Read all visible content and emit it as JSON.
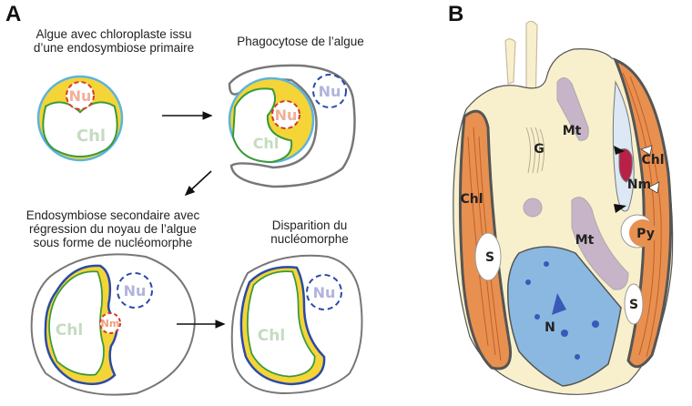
{
  "panel_a": {
    "letter": "A",
    "steps": [
      {
        "caption_1": "Algue avec chloroplaste issu",
        "caption_2": "d’une endosymbiose primaire",
        "labels": {
          "nucleus": "Nu",
          "chloroplast": "Chl"
        }
      },
      {
        "caption_1": "Phagocytose de l’algue",
        "labels": {
          "algal_nucleus": "Nu",
          "host_nucleus": "Nu",
          "chloroplast": "Chl"
        }
      },
      {
        "caption_1": "Endosymbiose secondaire avec",
        "caption_2": "régression du noyau de l’algue",
        "caption_3": "sous forme de nucléomorphe",
        "labels": {
          "nucleomorph": "Nm",
          "host_nucleus": "Nu",
          "chloroplast": "Chl"
        }
      },
      {
        "caption_1": "Disparition du",
        "caption_2": "nucléomorphe",
        "labels": {
          "host_nucleus": "Nu",
          "chloroplast": "Chl"
        }
      }
    ]
  },
  "panel_b": {
    "letter": "B",
    "labels": {
      "golgi": "G",
      "mito_top": "Mt",
      "mito_bottom": "Mt",
      "chl_left": "Chl",
      "chl_right": "Chl",
      "nucleomorph": "Nm",
      "pyrenoid": "Py",
      "starch_left": "S",
      "starch_right": "S",
      "nucleus": "N"
    }
  },
  "colors": {
    "yellow": "#f5d437",
    "green": "#3a9a3a",
    "light_blue": "#5ab4e0",
    "dark_blue": "#2a4aa8",
    "red_dash": "#d43a2a",
    "nu_text_red": "#f0b09a",
    "nu_text_blue": "#b0b4dc",
    "chl_text": "#c4dcc0",
    "cytoplasm": "#f8f0cc",
    "plastid_orange": "#e89050",
    "nucleus_blue": "#8ab8e0",
    "mito_purple": "#c8b4c8"
  }
}
